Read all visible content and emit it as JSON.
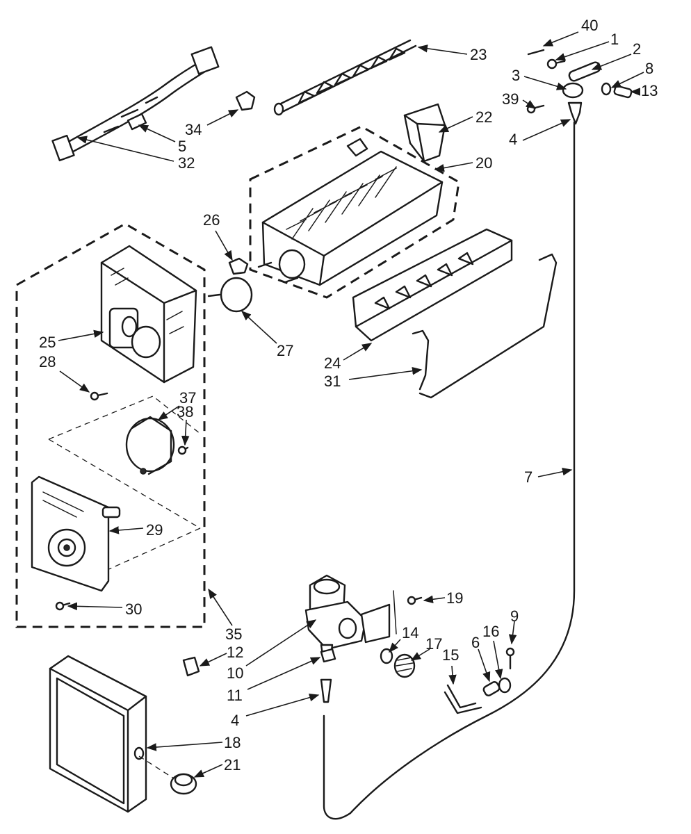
{
  "diagram": {
    "callouts": [
      "40",
      "1",
      "2",
      "3",
      "8",
      "13",
      "39",
      "23",
      "22",
      "4",
      "20",
      "34",
      "5",
      "32",
      "26",
      "27",
      "25",
      "28",
      "24",
      "31",
      "37",
      "38",
      "29",
      "7",
      "30",
      "35",
      "19",
      "9",
      "14",
      "17",
      "16",
      "12",
      "10",
      "15",
      "6",
      "11",
      "4",
      "18",
      "21"
    ],
    "colors": {
      "ink": "#1a1a1a",
      "background": "#ffffff"
    }
  }
}
